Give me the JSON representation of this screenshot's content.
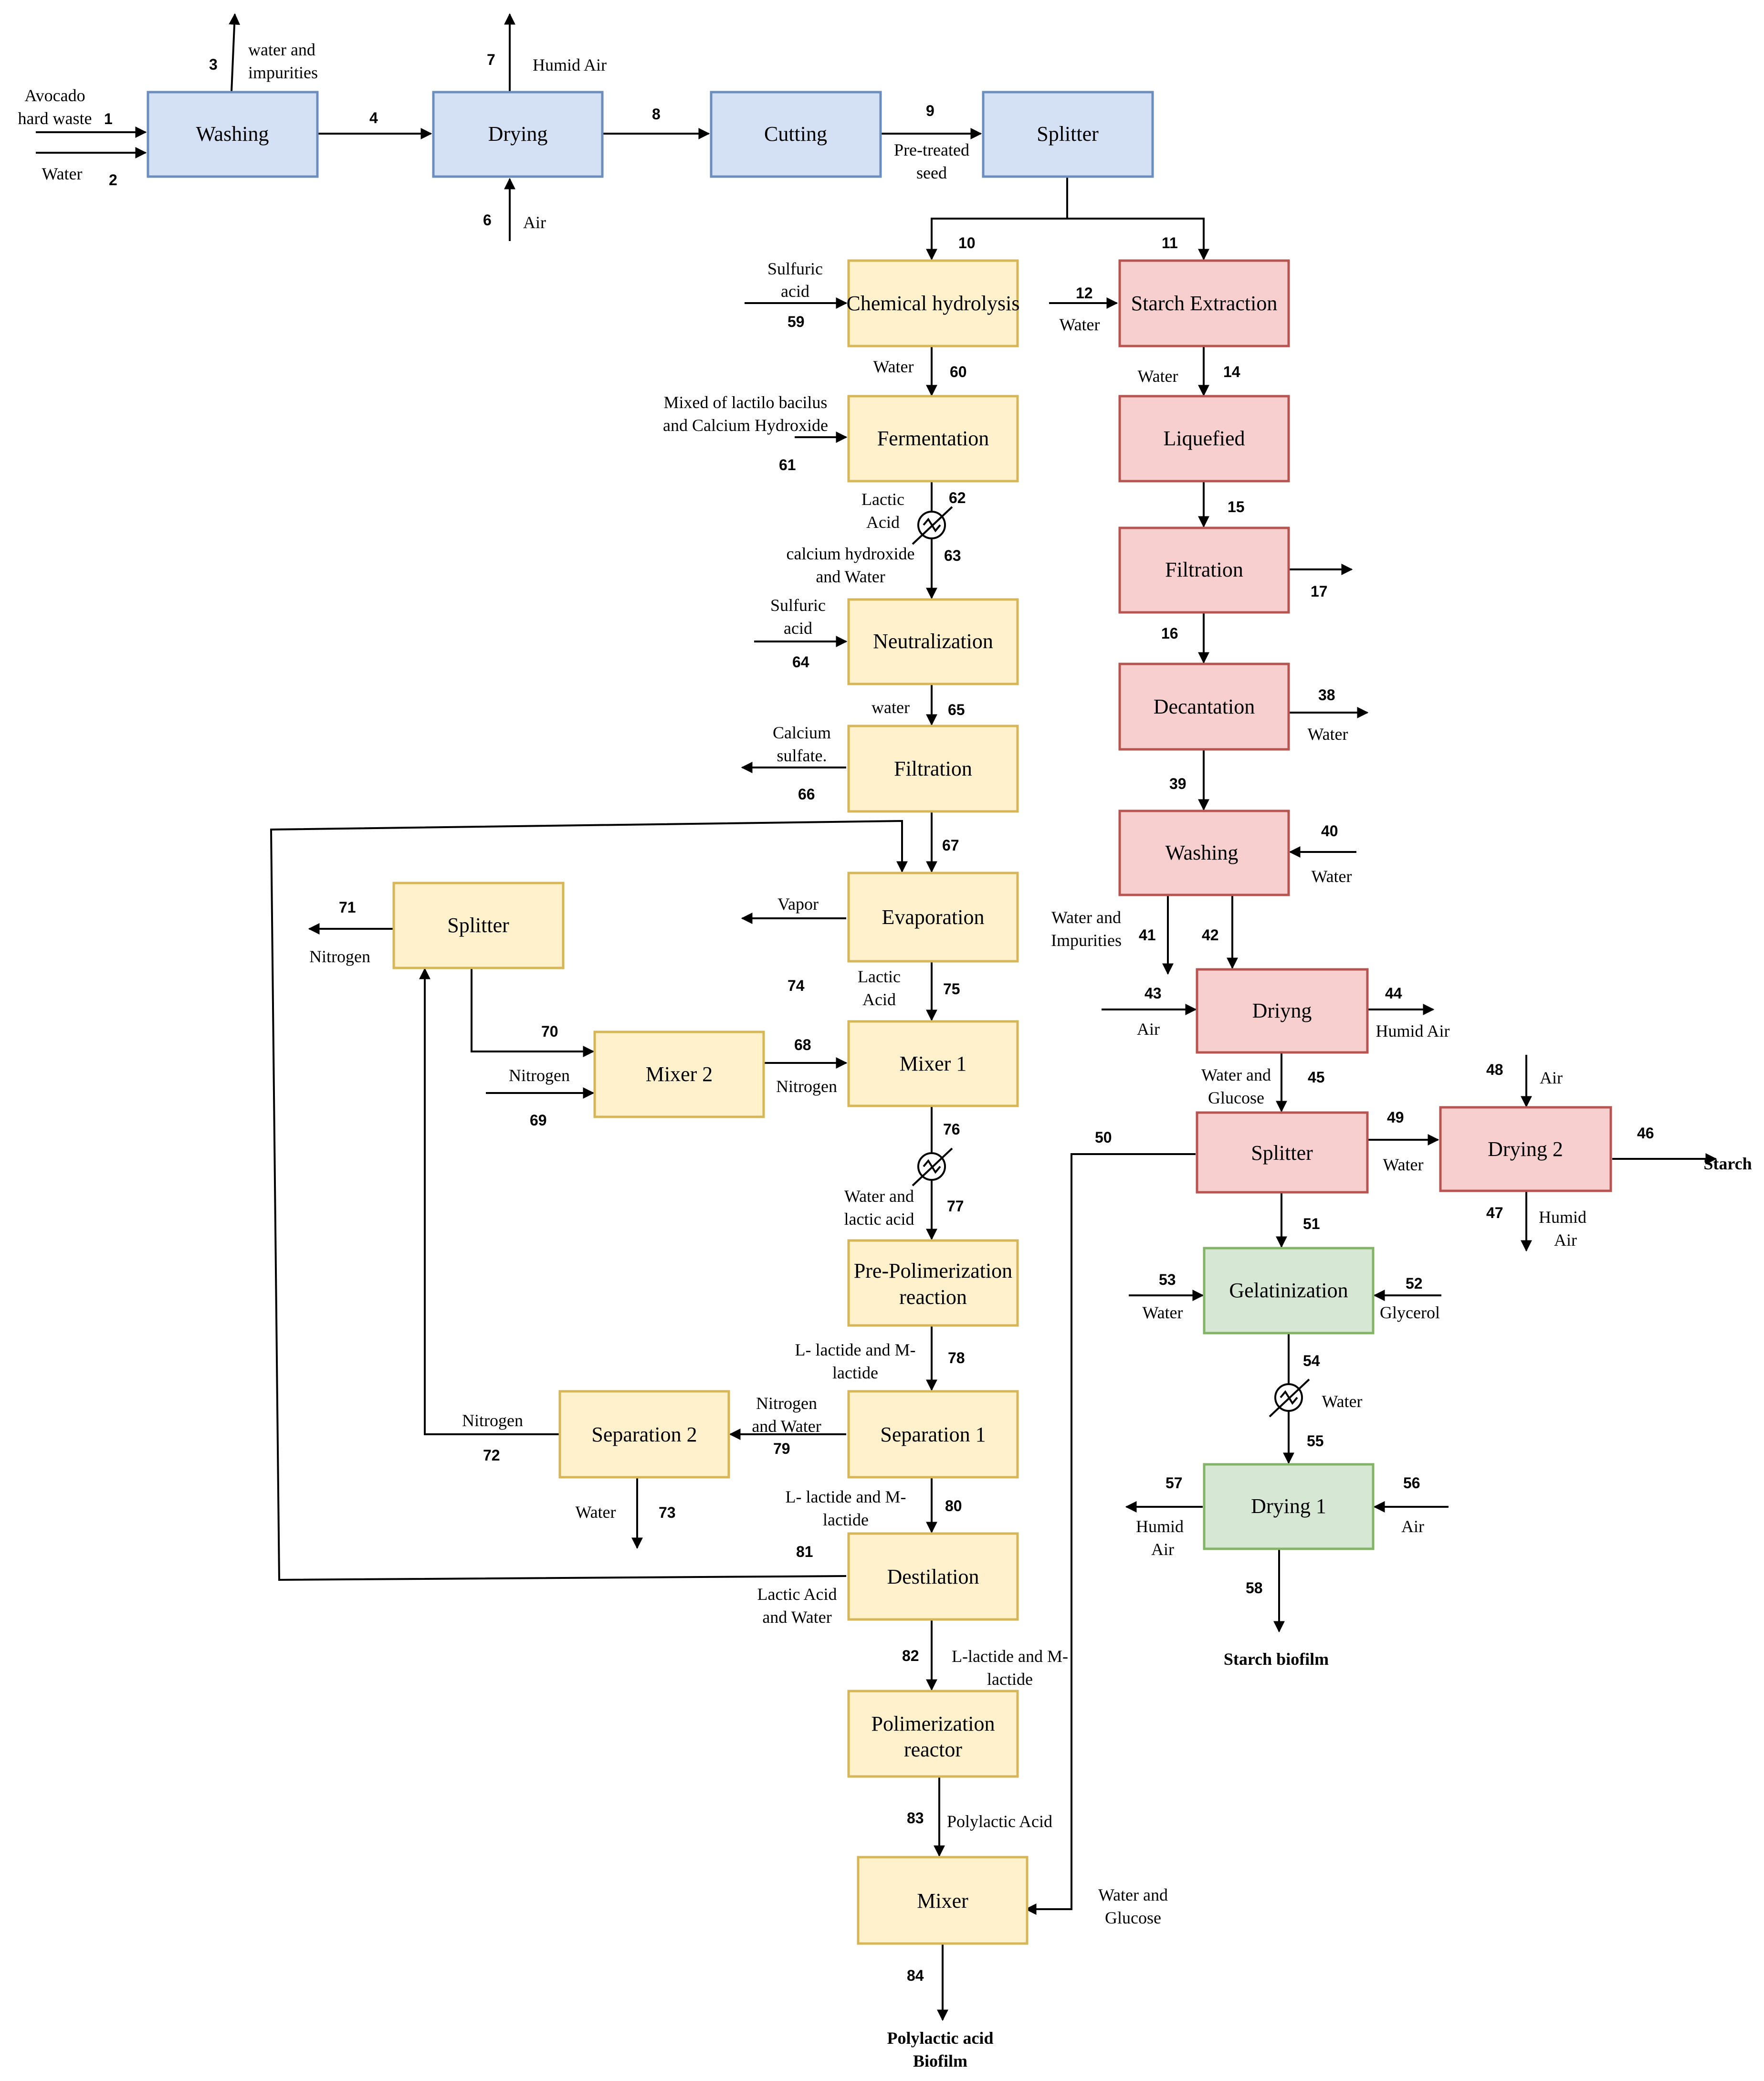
{
  "units": {
    "washing_1": "Washing",
    "drying_top": "Drying",
    "cutting": "Cutting",
    "splitter_top": "Splitter",
    "chem_hydrolysis": "Chemical hydrolysis",
    "fermentation": "Fermentation",
    "neutralization": "Neutralization",
    "filtration_y": "Filtration",
    "evaporation": "Evaporation",
    "splitter_n2": "Splitter",
    "mixer2": "Mixer 2",
    "mixer1": "Mixer 1",
    "prepolym_1": "Pre-Polimerization",
    "prepolym_2": "reaction",
    "separation1": "Separation 1",
    "separation2": "Separation 2",
    "destilation": "Destilation",
    "polym_1": "Polimerization",
    "polym_2": "reactor",
    "mixer_final": "Mixer",
    "starch_extraction": "Starch Extraction",
    "liquefied": "Liquefied",
    "filtration_r": "Filtration",
    "decantation": "Decantation",
    "washing_2": "Washing",
    "driyng": "Driyng",
    "splitter_r": "Splitter",
    "drying2": "Drying 2",
    "gelatinization": "Gelatinization",
    "drying1": "Drying 1"
  },
  "streams": {
    "s1": "1",
    "s2": "2",
    "s3": "3",
    "s4": "4",
    "s6": "6",
    "s7": "7",
    "s8": "8",
    "s9": "9",
    "s10": "10",
    "s11": "11",
    "s12": "12",
    "s14": "14",
    "s15": "15",
    "s16": "16",
    "s17": "17",
    "s38": "38",
    "s39": "39",
    "s40": "40",
    "s41": "41",
    "s42": "42",
    "s43": "43",
    "s44": "44",
    "s45": "45",
    "s46": "46",
    "s47": "47",
    "s48": "48",
    "s49": "49",
    "s50": "50",
    "s51": "51",
    "s52": "52",
    "s53": "53",
    "s54": "54",
    "s55": "55",
    "s56": "56",
    "s57": "57",
    "s58": "58",
    "s59": "59",
    "s60": "60",
    "s61": "61",
    "s62": "62",
    "s63": "63",
    "s64": "64",
    "s65": "65",
    "s66": "66",
    "s67": "67",
    "s68": "68",
    "s69": "69",
    "s70": "70",
    "s71": "71",
    "s72": "72",
    "s73": "73",
    "s74": "74",
    "s75": "75",
    "s76": "76",
    "s77": "77",
    "s78": "78",
    "s79": "79",
    "s80": "80",
    "s81": "81",
    "s82": "82",
    "s83": "83",
    "s84": "84"
  },
  "labels": {
    "avocado_1": "Avocado",
    "avocado_2": "hard waste",
    "water_s2": "Water",
    "wi_1": "water and",
    "wi_2": "impurities",
    "humid_air_s7": "Humid Air",
    "air_s6": "Air",
    "pretreated_1": "Pre-treated",
    "pretreated_2": "seed",
    "sulfuric_59_1": "Sulfuric",
    "sulfuric_59_2": "acid",
    "water_60": "Water",
    "mixed_1": "Mixed of lactilo bacilus",
    "mixed_2": "and Calcium Hydroxide",
    "lactic_62_1": "Lactic",
    "lactic_62_2": "Acid",
    "calcium_63_1": "calcium hydroxide",
    "calcium_63_2": "and Water",
    "sulfuric_64_1": "Sulfuric",
    "sulfuric_64_2": "acid",
    "water_65": "water",
    "casulf_1": "Calcium",
    "casulf_2": "sulfate.",
    "vapor_74": "Vapor",
    "lactic_75_1": "Lactic",
    "lactic_75_2": "Acid",
    "nitrogen_71": "Nitrogen",
    "nitrogen_69": "Nitrogen",
    "nitrogen_68": "Nitrogen",
    "wla_1": "Water and",
    "wla_2": "lactic acid",
    "ll_78_1": "L- lactide and M-",
    "ll_78_2": "lactide",
    "nw_79_1": "Nitrogen",
    "nw_79_2": "and Water",
    "nitrogen_72": "Nitrogen",
    "water_73": "Water",
    "ll_80_1": "L- lactide and M-",
    "ll_80_2": "lactide",
    "law_81_1": "Lactic Acid",
    "law_81_2": "and Water",
    "ll_82_1": "L-lactide and M-",
    "ll_82_2": "lactide",
    "pla_83": "Polylactic Acid",
    "wg_50_1": "Water and",
    "wg_50_2": "Glucose",
    "pla_prod_1": "Polylactic acid",
    "pla_prod_2": "Biofilm",
    "water_12": "Water",
    "water_14": "Water",
    "water_38": "Water",
    "water_40": "Water",
    "wimp_41_1": "Water and",
    "wimp_41_2": "Impurities",
    "air_43": "Air",
    "humid_air_44": "Humid Air",
    "wg_45_1": "Water and",
    "wg_45_2": "Glucose",
    "air_48": "Air",
    "water_49": "Water",
    "starch_prod": "Starch",
    "humid_47_1": "Humid",
    "humid_47_2": "Air",
    "water_53": "Water",
    "glycerol_52": "Glycerol",
    "water_54": "Water",
    "humid_57_1": "Humid",
    "humid_57_2": "Air",
    "air_56": "Air",
    "starch_biofilm": "Starch biofilm"
  }
}
